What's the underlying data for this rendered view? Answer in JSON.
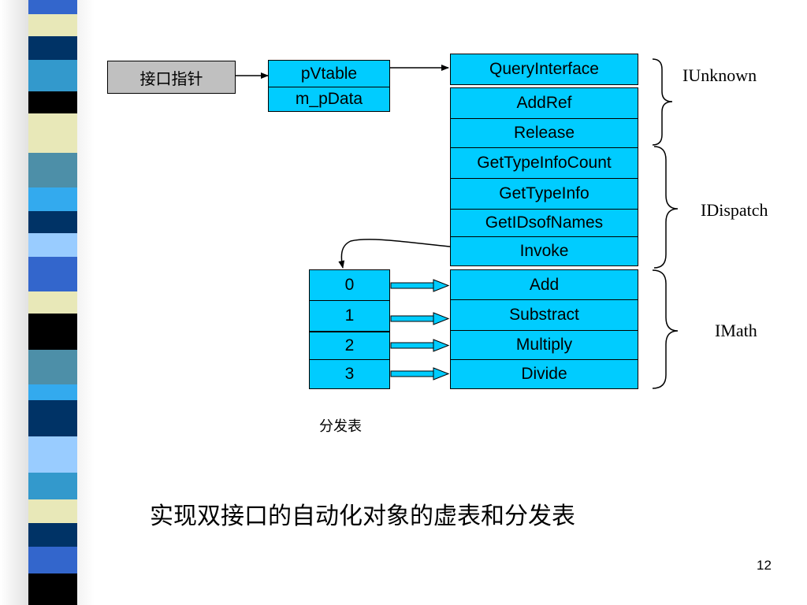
{
  "slide": {
    "caption": "实现双接口的自动化对象的虚表和分发表",
    "page_number": "12"
  },
  "diagram": {
    "pointer_label": "接口指针",
    "object_fields": [
      "pVtable",
      "m_pData"
    ],
    "vtable": [
      "QueryInterface",
      "AddRef",
      "Release",
      "GetTypeInfoCount",
      "GetTypeInfo",
      "GetIDsofNames",
      "Invoke",
      "Add",
      "Substract",
      "Multiply",
      "Divide"
    ],
    "dispatch_ids": [
      "0",
      "1",
      "2",
      "3"
    ],
    "dispatch_table_label": "分发表",
    "interface_groups": [
      "IUnknown",
      "IDispatch",
      "IMath"
    ]
  },
  "colors": {
    "cell_fill": "#00ccff",
    "pointer_fill": "#c0c0c0",
    "arrow_fill": "#00ccff"
  }
}
